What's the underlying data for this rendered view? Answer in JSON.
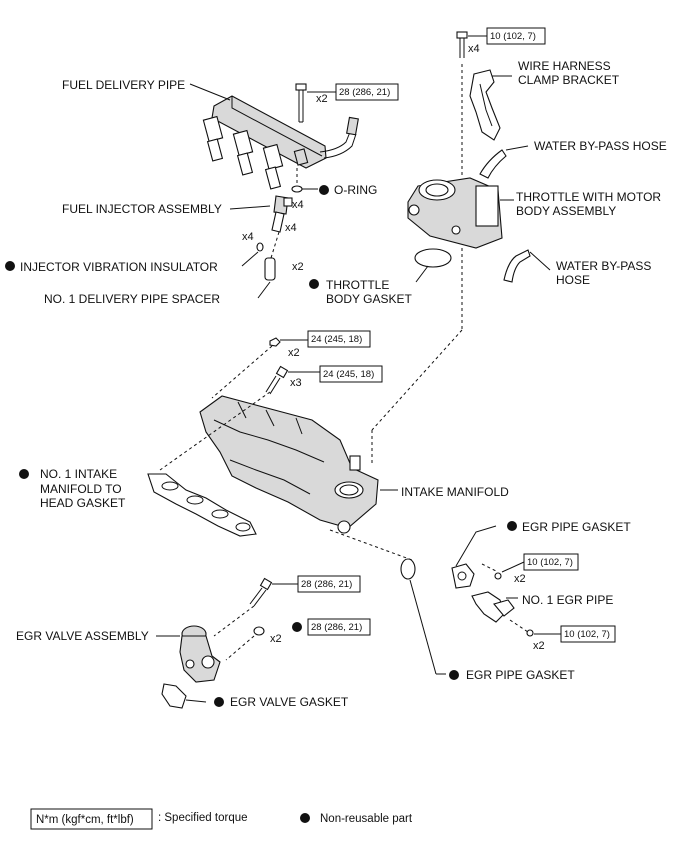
{
  "labels": {
    "fuel_delivery_pipe": "FUEL DELIVERY PIPE",
    "o_ring": "O-RING",
    "fuel_injector_assembly": "FUEL INJECTOR ASSEMBLY",
    "injector_vibration_insulator": "INJECTOR VIBRATION INSULATOR",
    "no1_delivery_pipe_spacer": "NO. 1 DELIVERY PIPE SPACER",
    "wire_harness_1": "WIRE HARNESS",
    "wire_harness_2": "CLAMP BRACKET",
    "water_bypass_hose_top": "WATER BY-PASS HOSE",
    "throttle_1": "THROTTLE WITH MOTOR",
    "throttle_2": "BODY ASSEMBLY",
    "water_bypass_hose_2a": "WATER BY-PASS",
    "water_bypass_hose_2b": "HOSE",
    "throttle_gasket_1": "THROTTLE",
    "throttle_gasket_2": "BODY GASKET",
    "intake_gasket_1": "NO. 1 INTAKE",
    "intake_gasket_2": "MANIFOLD TO",
    "intake_gasket_3": "HEAD GASKET",
    "intake_manifold": "INTAKE MANIFOLD",
    "egr_pipe_gasket_top": "EGR PIPE GASKET",
    "no1_egr_pipe": "NO. 1 EGR PIPE",
    "egr_pipe_gasket_bottom": "EGR PIPE GASKET",
    "egr_valve_assembly": "EGR VALVE ASSEMBLY",
    "egr_valve_gasket": "EGR VALVE GASKET"
  },
  "torques": {
    "wire_bracket_bolt": "10 (102, 7)",
    "delivery_pipe_bolt": "28 (286, 21)",
    "manifold_nut": "24 (245, 18)",
    "manifold_bolt": "24 (245, 18)",
    "egr_pipe_bolt_1": "10 (102, 7)",
    "egr_pipe_bolt_2": "10 (102, 7)",
    "egr_valve_bolt": "28 (286, 21)",
    "egr_valve_nut": "28 (286, 21)"
  },
  "quantities": {
    "bracket_bolt": "x4",
    "delivery_pipe_bolt": "x2",
    "o_ring": "x4",
    "injector": "x4",
    "insulator": "x4",
    "spacer": "x2",
    "manifold_nut": "x2",
    "manifold_bolt": "x3",
    "egr_pipe_bolt_1": "x2",
    "egr_pipe_bolt_2": "x2",
    "egr_valve_nut": "x2"
  },
  "legend": {
    "torque_unit": "N*m (kgf*cm, ft*lbf)",
    "torque_desc": ": Specified torque",
    "nonreusable_desc": "Non-reusable part"
  }
}
